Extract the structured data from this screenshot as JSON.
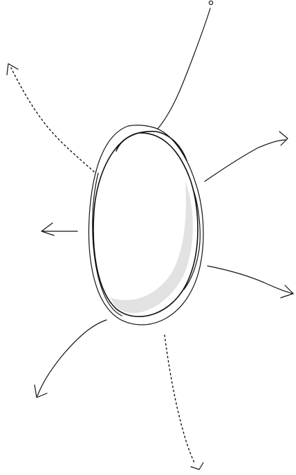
{
  "diagram": {
    "central_shape": "egg-oval",
    "colors": {
      "ink": "#111111",
      "shadow": "#e2e2e2",
      "background": "#ffffff"
    },
    "connectors": [
      {
        "id": "top-right-line",
        "style": "solid",
        "end": "small-circle"
      },
      {
        "id": "upper-left-arrow",
        "style": "dotted",
        "end": "arrowhead"
      },
      {
        "id": "right-upper-arrow",
        "style": "solid",
        "end": "arrowhead"
      },
      {
        "id": "left-arrow",
        "style": "solid",
        "end": "arrowhead"
      },
      {
        "id": "right-lower-arrow",
        "style": "solid",
        "end": "arrowhead"
      },
      {
        "id": "lower-left-arrow",
        "style": "solid",
        "end": "arrowhead"
      },
      {
        "id": "bottom-arrow",
        "style": "dotted",
        "end": "arrowhead"
      }
    ]
  }
}
